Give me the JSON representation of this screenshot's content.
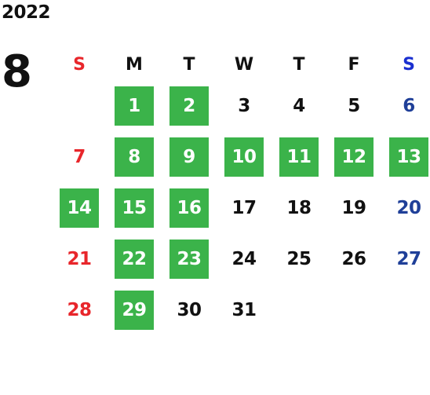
{
  "calendar": {
    "year": "2022",
    "month": "8",
    "weekdays": [
      "S",
      "M",
      "T",
      "W",
      "T",
      "F",
      "S"
    ],
    "weekday_colors": [
      "#e8262b",
      "#111111",
      "#111111",
      "#111111",
      "#111111",
      "#111111",
      "#1a2fd0"
    ],
    "weekend_colors": {
      "sunday": "#e8262b",
      "saturday": "#1f3f98"
    },
    "highlight_color": "#3bb34a",
    "weeks": [
      [
        {
          "day": ""
        },
        {
          "day": "1",
          "highlighted": true
        },
        {
          "day": "2",
          "highlighted": true
        },
        {
          "day": "3"
        },
        {
          "day": "4"
        },
        {
          "day": "5"
        },
        {
          "day": "6"
        }
      ],
      [
        {
          "day": "7"
        },
        {
          "day": "8",
          "highlighted": true
        },
        {
          "day": "9",
          "highlighted": true
        },
        {
          "day": "10",
          "highlighted": true
        },
        {
          "day": "11",
          "highlighted": true
        },
        {
          "day": "12",
          "highlighted": true
        },
        {
          "day": "13",
          "highlighted": true
        }
      ],
      [
        {
          "day": "14",
          "highlighted": true
        },
        {
          "day": "15",
          "highlighted": true
        },
        {
          "day": "16",
          "highlighted": true
        },
        {
          "day": "17"
        },
        {
          "day": "18"
        },
        {
          "day": "19"
        },
        {
          "day": "20"
        }
      ],
      [
        {
          "day": "21"
        },
        {
          "day": "22",
          "highlighted": true
        },
        {
          "day": "23",
          "highlighted": true
        },
        {
          "day": "24"
        },
        {
          "day": "25"
        },
        {
          "day": "26"
        },
        {
          "day": "27"
        }
      ],
      [
        {
          "day": "28"
        },
        {
          "day": "29",
          "highlighted": true
        },
        {
          "day": "30"
        },
        {
          "day": "31"
        },
        {
          "day": ""
        },
        {
          "day": ""
        },
        {
          "day": ""
        }
      ]
    ]
  }
}
